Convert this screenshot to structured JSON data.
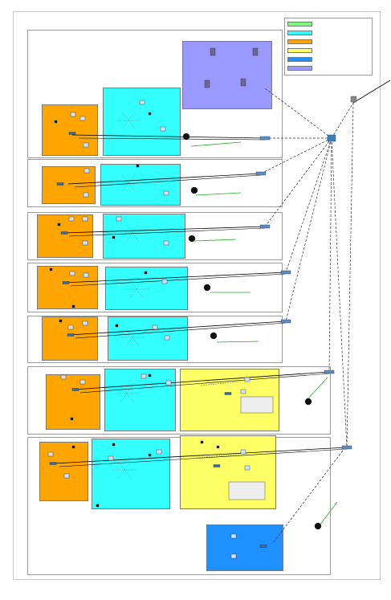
{
  "legend": {
    "title": "",
    "rows": [
      {
        "label": "",
        "color": "#7CFC7C",
        "text": ""
      },
      {
        "label": "",
        "color": "#33FFFF",
        "text": ""
      },
      {
        "label": "",
        "color": "#FFA500",
        "text": ""
      },
      {
        "label": "",
        "color": "#FFFF66",
        "text": ""
      },
      {
        "label": "",
        "color": "#1E90FF",
        "text": ""
      },
      {
        "label": "",
        "color": "#9999FF",
        "text": ""
      }
    ]
  },
  "colors": {
    "orange_zone": "#FFA500",
    "cyan_zone": "#33FFFF",
    "yellow_zone": "#FFFF66",
    "purple_zone": "#9999FF",
    "blue_zone": "#1E90FF",
    "green_link": "#22AA22",
    "black_link": "#000000",
    "dashed_link": "#333333"
  },
  "floors": [
    {
      "id": 1,
      "label": ""
    },
    {
      "id": 2,
      "label": ""
    },
    {
      "id": 3,
      "label": ""
    },
    {
      "id": 4,
      "label": ""
    },
    {
      "id": 5,
      "label": ""
    },
    {
      "id": 6,
      "label": ""
    },
    {
      "id": 7,
      "label": ""
    }
  ],
  "devices": {
    "core_switch": {
      "name": "core-switch-icon",
      "label": ""
    },
    "router": {
      "name": "router-icon",
      "label": ""
    },
    "server": {
      "name": "server-icon",
      "label": ""
    },
    "pc": {
      "name": "pc-icon",
      "label": ""
    },
    "access_point": {
      "name": "access-point-icon",
      "label": ""
    },
    "air_conditioner": {
      "name": "air-conditioner-icon",
      "label": ""
    },
    "fan": {
      "name": "fan-icon",
      "label": ""
    },
    "printer": {
      "name": "printer-icon",
      "label": ""
    },
    "sensor": {
      "name": "sensor-icon",
      "label": ""
    }
  }
}
